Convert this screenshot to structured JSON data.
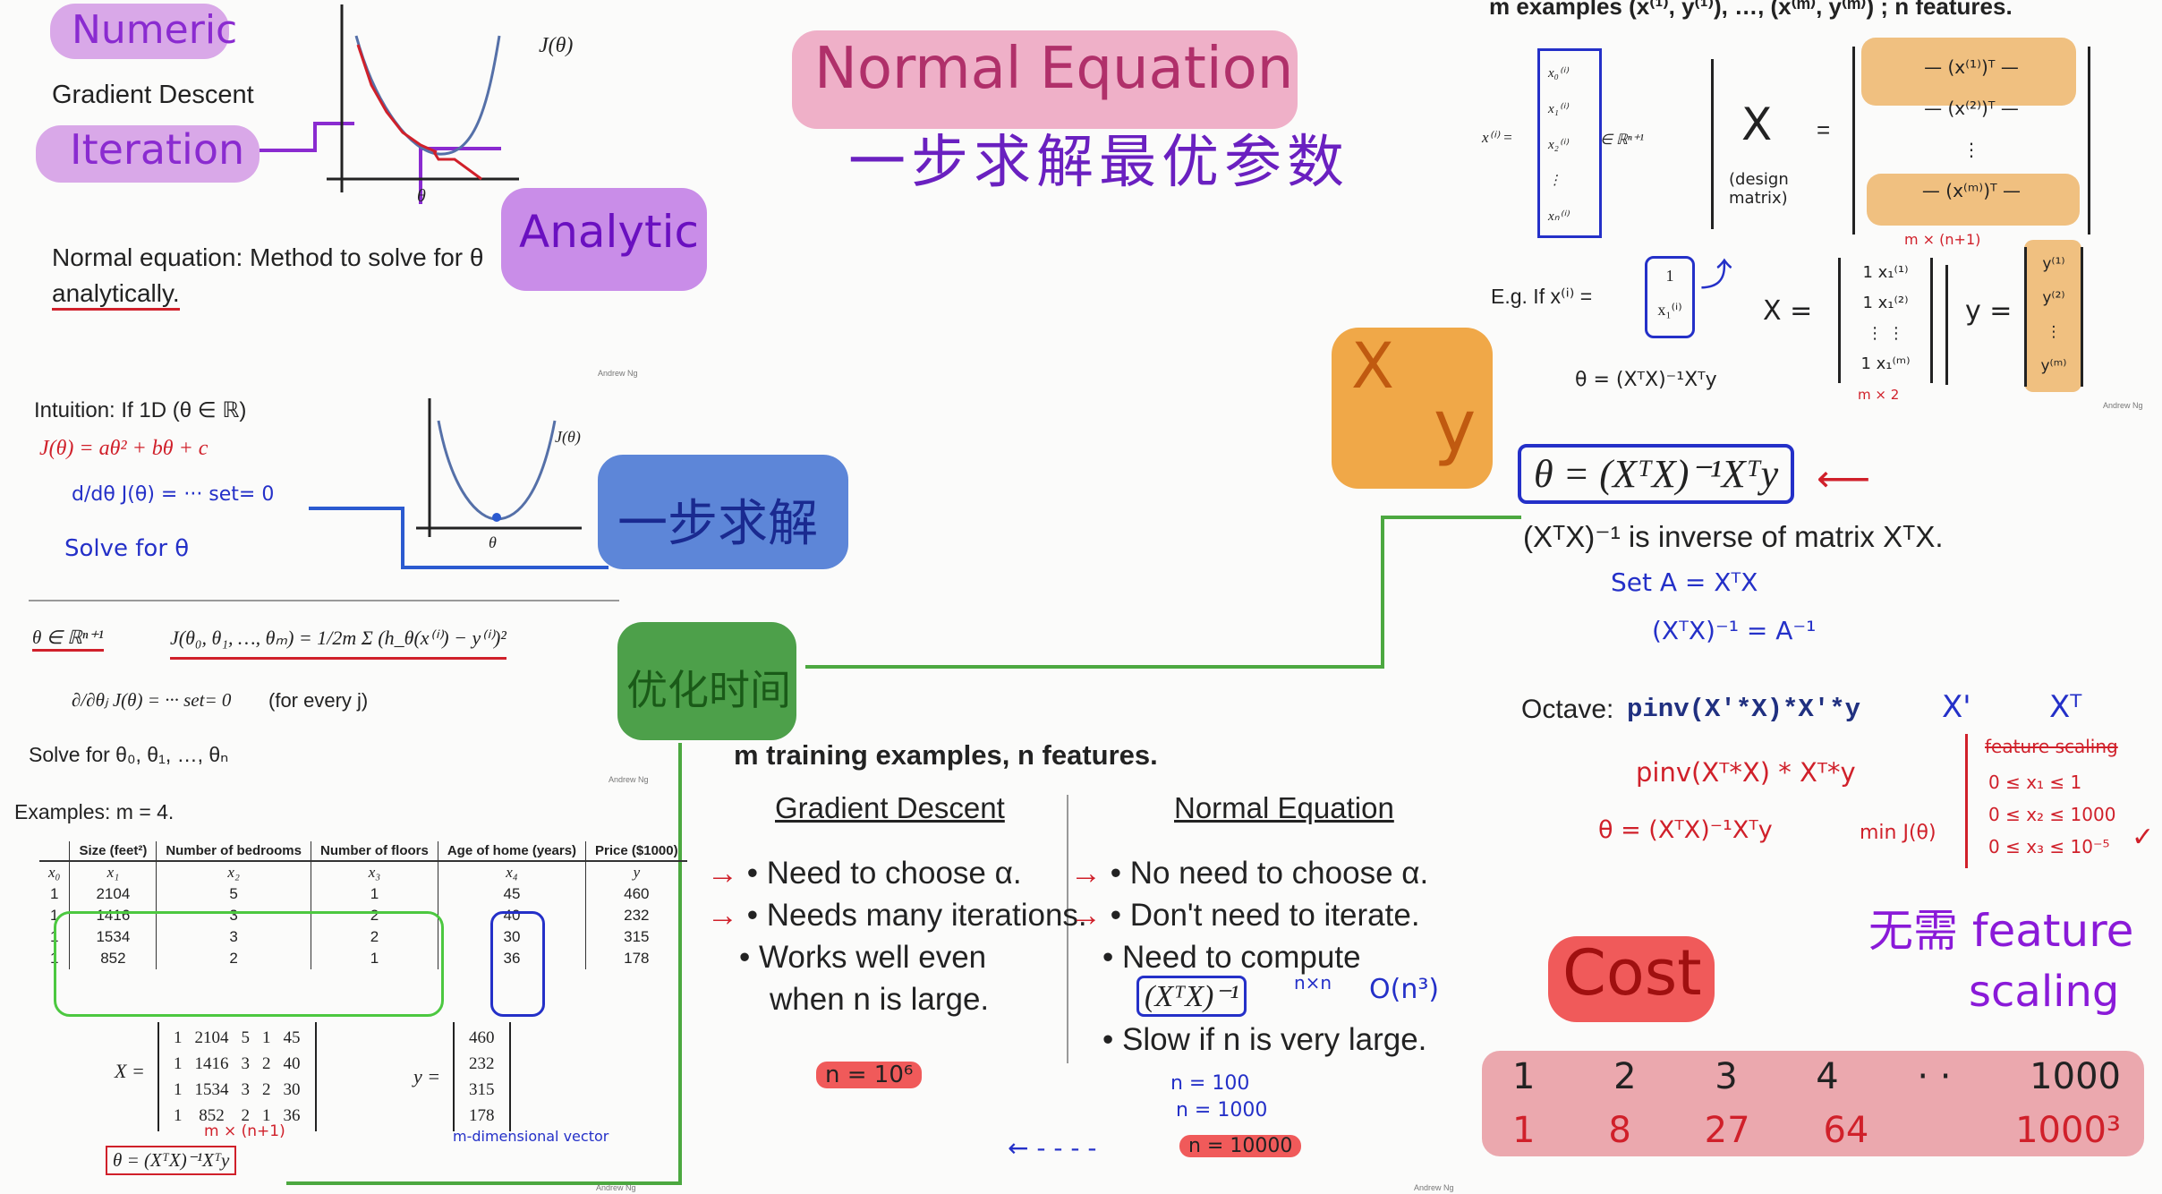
{
  "highlights": {
    "numeric": "Numeric",
    "iteration": "Iteration",
    "analytic": "Analytic",
    "title": "Normal Equation",
    "title_cn": "一步求解最优参数",
    "one_step": "一步求解",
    "time": "优化时间",
    "xy_x": "X",
    "xy_y": "y",
    "cost": "Cost",
    "no_scaling_1": "无需 feature",
    "no_scaling_2": "scaling"
  },
  "slide1": {
    "gradient_descent": "Gradient Descent",
    "j_label": "J(θ)",
    "theta_label": "θ",
    "normal_eq_line1": "Normal equation: Method to solve for θ",
    "normal_eq_line2": "analytically."
  },
  "slide2": {
    "intuition": "Intuition: If 1D (θ ∈ ℝ)",
    "j_def": "J(θ) = aθ² + bθ + c",
    "deriv": "d/dθ J(θ) = ··· set= 0",
    "solve": "Solve for θ",
    "j_label": "J(θ)",
    "theta_label": "θ",
    "theta_space": "θ ∈ ℝⁿ⁺¹",
    "cost_fn": "J(θ₀, θ₁, …, θₘ) = 1/2m Σ (h_θ(x⁽ⁱ⁾) − y⁽ⁱ⁾)²",
    "partial": "∂/∂θⱼ J(θ) = ··· set= 0",
    "for_every": "(for every j)",
    "solve_for": "Solve for  θ₀, θ₁, …, θₙ"
  },
  "examples": {
    "label": "Examples:  m = 4.",
    "headers": [
      "",
      "Size (feet²)",
      "Number of bedrooms",
      "Number of floors",
      "Age of home (years)",
      "Price ($1000)"
    ],
    "subheaders": [
      "x₀",
      "x₁",
      "x₂",
      "x₃",
      "x₄",
      "y"
    ],
    "rows": [
      [
        "1",
        "2104",
        "5",
        "1",
        "45",
        "460"
      ],
      [
        "1",
        "1416",
        "3",
        "2",
        "40",
        "232"
      ],
      [
        "1",
        "1534",
        "3",
        "2",
        "30",
        "315"
      ],
      [
        "1",
        "852",
        "2",
        "1",
        "36",
        "178"
      ]
    ],
    "x_label": "X =",
    "y_label": "y =",
    "x_dim": "m × (n+1)",
    "y_dim": "m-dimensional vector",
    "formula": "θ = (XᵀX)⁻¹Xᵀy"
  },
  "slide3": {
    "header": "m examples (x⁽¹⁾, y⁽¹⁾), …, (x⁽ᵐ⁾, y⁽ᵐ⁾) ; n features.",
    "xi_vector": [
      "x₀⁽ⁱ⁾",
      "x₁⁽ⁱ⁾",
      "x₂⁽ⁱ⁾",
      "⋮",
      "xₙ⁽ⁱ⁾"
    ],
    "xi_label": "x⁽ⁱ⁾ =",
    "rn": "∈ ℝⁿ⁺¹",
    "design_x": "X",
    "design_note": "(design matrix)",
    "rows": [
      "— (x⁽¹⁾)ᵀ —",
      "— (x⁽²⁾)ᵀ —",
      "⋮",
      "— (x⁽ᵐ⁾)ᵀ —"
    ],
    "dim_note": "m × (n+1)",
    "eg": "E.g.  If  x⁽ⁱ⁾ =",
    "eg_vec": [
      "1",
      "x₁⁽ⁱ⁾"
    ],
    "eg_x": "X =",
    "eg_x_rows": [
      "1  x₁⁽¹⁾",
      "1  x₁⁽²⁾",
      "⋮    ⋮",
      "1  x₁⁽ᵐ⁾"
    ],
    "eg_x_dim": "m × 2",
    "eg_y": "y =",
    "eg_y_rows": [
      "y⁽¹⁾",
      "y⁽²⁾",
      "⋮",
      "y⁽ᵐ⁾"
    ],
    "theta_note": "θ = (XᵀX)⁻¹Xᵀy"
  },
  "right": {
    "theta_formula": "θ = (XᵀX)⁻¹Xᵀy",
    "inverse_note": "(XᵀX)⁻¹ is inverse of matrix XᵀX.",
    "set_a": "Set  A = XᵀX",
    "a_inv": "(XᵀX)⁻¹ = A⁻¹",
    "octave_label": "Octave:",
    "octave_code": "pinv(X'*X)*X'*y",
    "pinv_hand": "pinv(Xᵀ*X) * Xᵀ*y",
    "theta_hand": "θ = (XᵀX)⁻¹Xᵀy",
    "min_j": "min J(θ)",
    "x_prime": "X'",
    "x_t": "Xᵀ",
    "feature_scaling": "feature scaling",
    "ranges": [
      "0 ≤ x₁ ≤ 1",
      "0 ≤ x₂ ≤ 1000",
      "0 ≤ x₃ ≤ 10⁻⁵"
    ]
  },
  "comparison": {
    "header": "m training examples, n features.",
    "gd_title": "Gradient Descent",
    "ne_title": "Normal Equation",
    "gd_items": [
      "Need to choose α.",
      "Needs many iterations.",
      "Works well even",
      "when n is large."
    ],
    "ne_items": [
      "No need to choose α.",
      "Don't need to iterate.",
      "Need to compute",
      "(XᵀX)⁻¹",
      "Slow if n is very large."
    ],
    "nxn": "n×n",
    "complexity": "O(n³)",
    "n_gd": "n = 10⁶",
    "n_vals": [
      "n = 100",
      "n = 1000",
      "n = 10000"
    ]
  },
  "cost": {
    "n": [
      "1",
      "2",
      "3",
      "4",
      "· ·",
      "1000"
    ],
    "cubed": [
      "1",
      "8",
      "27",
      "64",
      "",
      "1000³"
    ]
  },
  "footer": {
    "andrew": "Andrew Ng"
  },
  "colors": {
    "purple_hl": "#d9a8e8",
    "blue_hl": "#5d86d8",
    "green_hl": "#4da04a",
    "orange_hl": "#f0a848",
    "red_hl": "#f05a5a",
    "pink_hl": "#efb0b8",
    "line_green": "#4ca840"
  }
}
